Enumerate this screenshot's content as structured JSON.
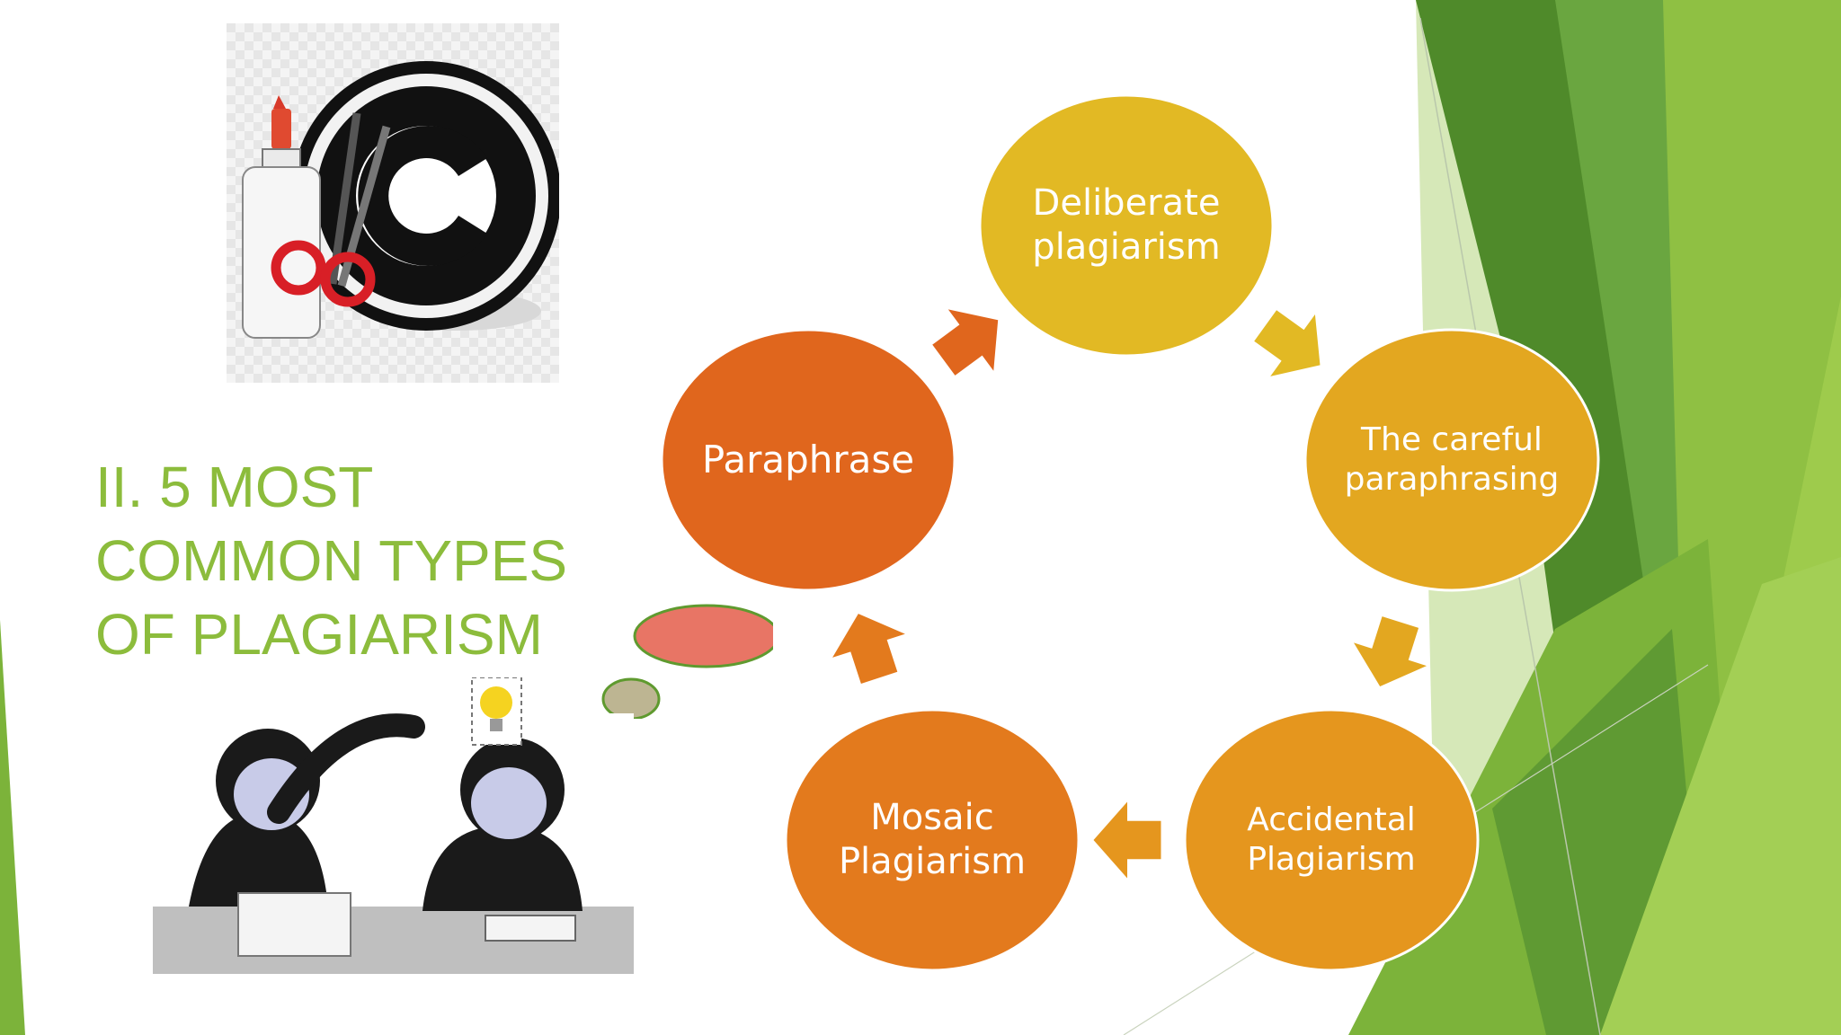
{
  "slide": {
    "title_lines": [
      "II.  5 MOST",
      "COMMON TYPES",
      "OF PLAGIARISM"
    ]
  },
  "cycle": {
    "nodes": [
      {
        "line1": "Deliberate",
        "line2": "plagiarism",
        "color": "#e2b924"
      },
      {
        "line1": "The careful",
        "line2": "paraphrasing",
        "color": "#e3a720"
      },
      {
        "line1": "Accidental",
        "line2": "Plagiarism",
        "color": "#e5961e"
      },
      {
        "line1": "Mosaic",
        "line2": "Plagiarism",
        "color": "#e37a1d"
      },
      {
        "line1": "Paraphrase",
        "line2": "",
        "color": "#e0661d"
      }
    ]
  },
  "colors": {
    "title": "#8cbc3c",
    "green_dark": "#4f8a2a",
    "green_mid": "#6aa640",
    "green_light": "#93c34a",
    "green_pale": "#d6e8b8",
    "thought_bubble_large": "#e87565",
    "thought_bubble_small": "#bdb592"
  },
  "icons": {
    "copyright_clipart": "copyright-glue-scissors-icon",
    "students_clipart": "students-copying-idea-icon"
  }
}
